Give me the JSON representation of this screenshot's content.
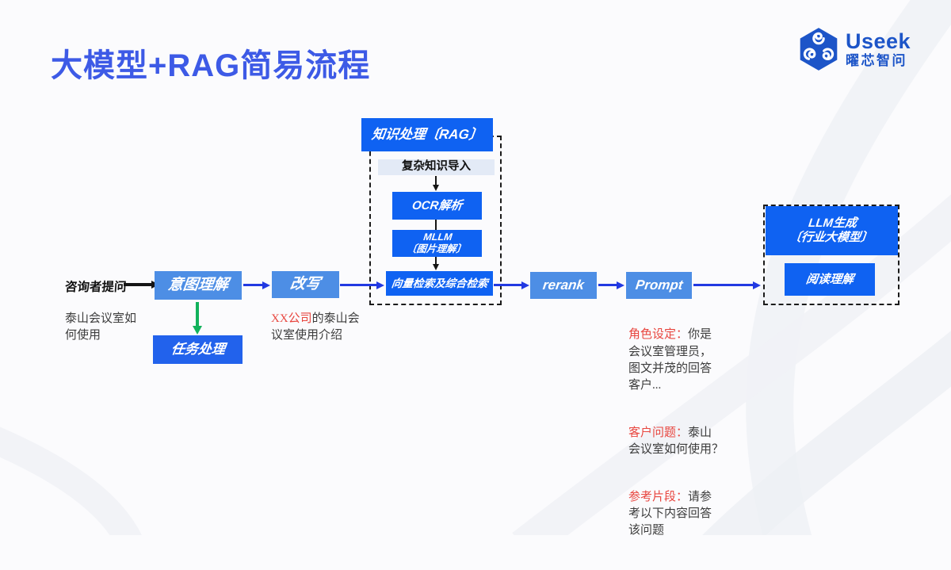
{
  "title": "大模型+RAG简易流程",
  "logo": {
    "name": "Useek",
    "subtitle": "曜芯智问"
  },
  "colors": {
    "title_blue": "#3d5ae6",
    "strong_blue": "#0f62f2",
    "light_blue": "#4d8ee5",
    "task_blue": "#2262ec",
    "arrow_blue": "#2239e2",
    "arrow_green": "#12b25c",
    "note_red": "#e8463f",
    "import_bg": "#e3eaf6",
    "logo_blue": "#1d55c8"
  },
  "flow": {
    "consulter": {
      "label": "咨询者提问",
      "note": "泰山会议室如\n何使用"
    },
    "intent": {
      "label": "意图理解"
    },
    "task": {
      "label": "任务处理"
    },
    "rewrite": {
      "label": "改写",
      "note_red": "XX公司",
      "note_rest": "的泰山会\n议室使用介绍"
    },
    "rag": {
      "header": "知识处理〔RAG〕",
      "import_label": "复杂知识导入",
      "ocr": "OCR解析",
      "mllm": "MLLM\n〔图片理解〕",
      "vector": "向量检索及综合检索"
    },
    "rerank": {
      "label": "rerank"
    },
    "prompt": {
      "label": "Prompt"
    },
    "llm": {
      "header": "LLM生成\n〔行业大模型〕",
      "reading": "阅读理解"
    },
    "prompt_notes": [
      {
        "label": "角色设定：",
        "text": "你是\n会议室管理员，\n图文并茂的回答\n客户..."
      },
      {
        "label": "客户问题：",
        "text": "泰山\n会议室如何使用？"
      },
      {
        "label": "参考片段：",
        "text": "请参\n考以下内容回答\n该问题"
      }
    ]
  }
}
